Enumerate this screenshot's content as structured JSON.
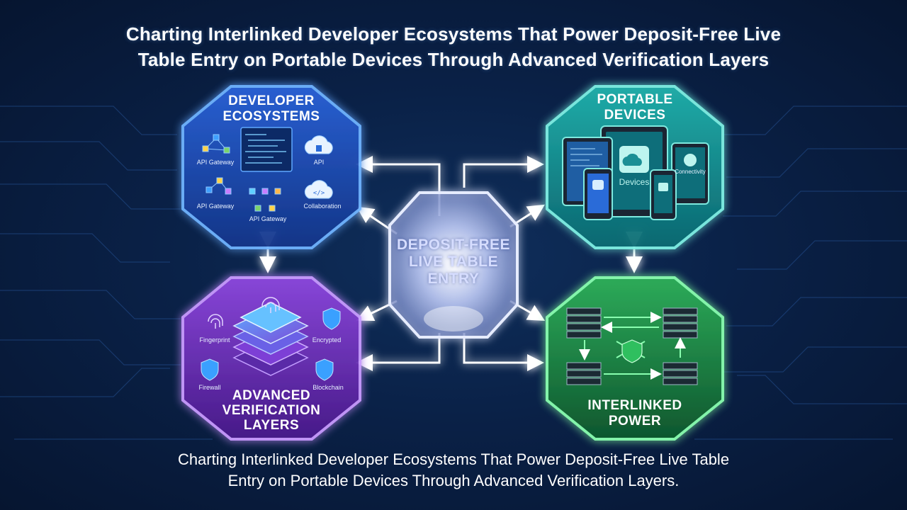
{
  "title": {
    "line1": "Charting Interlinked Developer Ecosystems That Power Deposit-Free Live",
    "line2": "Table Entry on Portable Devices Through Advanced Verification Layers"
  },
  "caption": {
    "line1": "Charting Interlinked Developer Ecosystems That Power Deposit-Free Live Table",
    "line2": "Entry on Portable Devices Through Advanced Verification Layers."
  },
  "center": {
    "line1": "DEPOSIT-FREE",
    "line2": "LIVE TABLE",
    "line3": "ENTRY",
    "color": "#cfd8ff"
  },
  "developer": {
    "line1": "DEVELOPER",
    "line2": "ECOSYSTEMS",
    "color": "#3b82f6",
    "labels": {
      "api_gateway_1": "API Gateway",
      "api": "API",
      "api_gateway_2": "API Gateway",
      "collaboration": "Collaboration",
      "api_gateway_3": "API Gateway"
    }
  },
  "portable": {
    "line1": "PORTABLE",
    "line2": "DEVICES",
    "color": "#22b8b0",
    "labels": {
      "devices": "Devices",
      "tablet_caption": "Connectivity"
    }
  },
  "verification": {
    "line1": "ADVANCED",
    "line2": "VERIFICATION",
    "line3": "LAYERS",
    "color": "#8b3fd6",
    "labels": {
      "fingerprint": "Fingerprint",
      "encrypted": "Encrypted",
      "firewall": "Firewall",
      "blockchain": "Blockchain"
    }
  },
  "power": {
    "line1": "INTERLINKED",
    "line2": "POWER",
    "color": "#2fa84f"
  },
  "icons": [
    "cloud-icon",
    "code-cloud-icon",
    "fingerprint-icon",
    "shield-icon",
    "server-icon",
    "tablet-icon",
    "phone-icon"
  ]
}
